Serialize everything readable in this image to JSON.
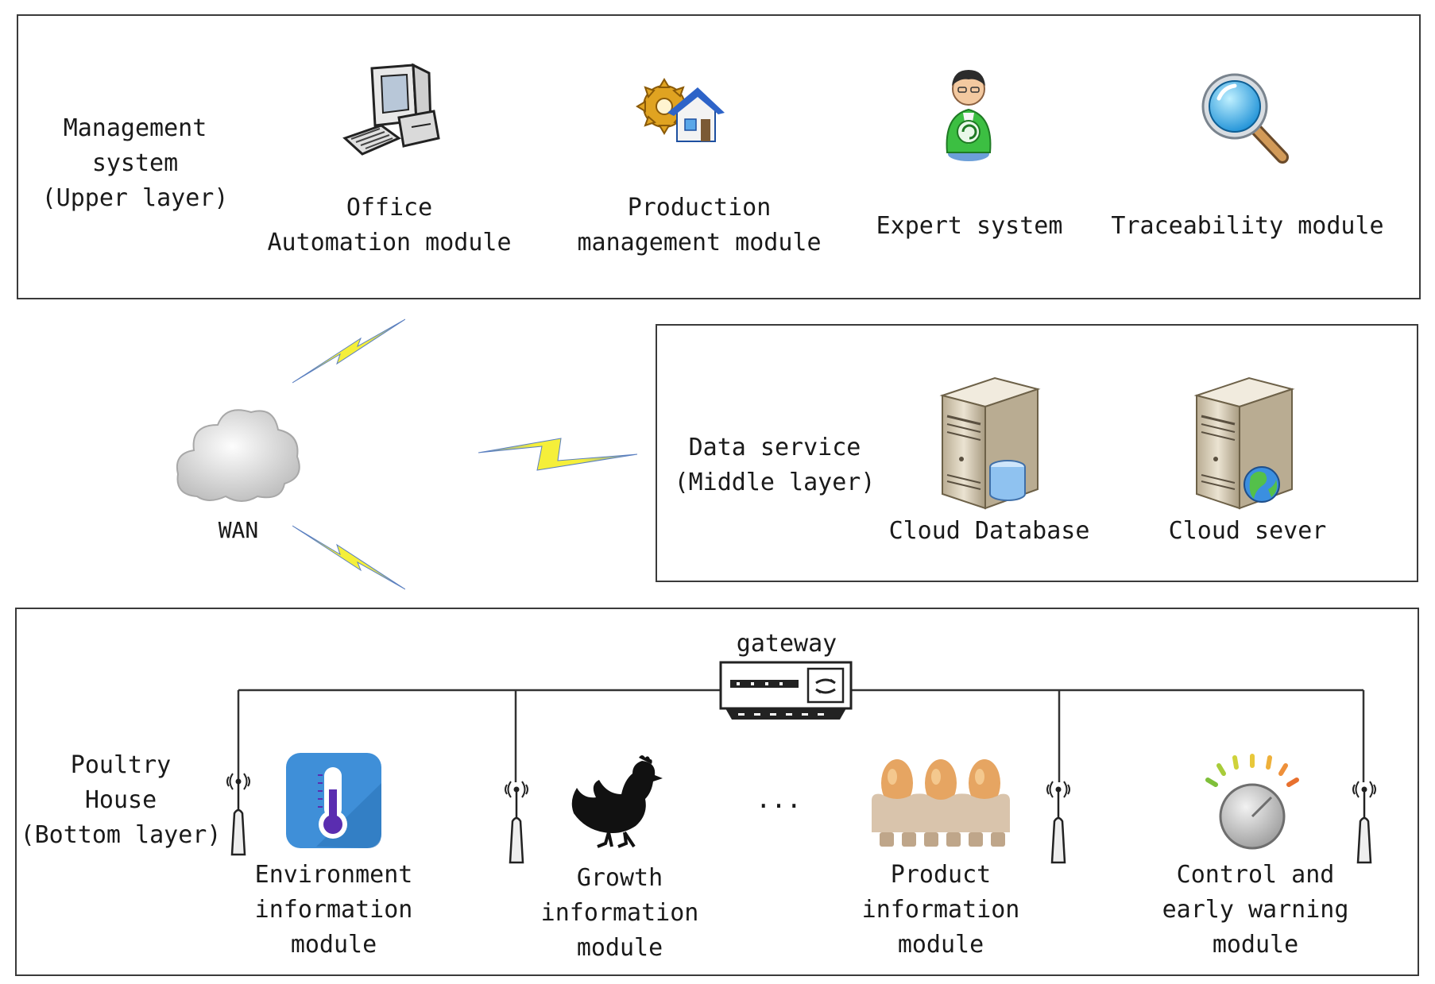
{
  "upper": {
    "layer_label": [
      "Management",
      "system",
      "(Upper layer)"
    ],
    "modules": [
      {
        "name": "office",
        "label": [
          "Office",
          "Automation module"
        ],
        "icon": "computer-icon"
      },
      {
        "name": "production",
        "label": [
          "Production",
          "management module"
        ],
        "icon": "gear-house-icon"
      },
      {
        "name": "expert",
        "label": [
          "Expert system"
        ],
        "icon": "expert-person-icon"
      },
      {
        "name": "traceability",
        "label": [
          "Traceability module"
        ],
        "icon": "magnifier-icon"
      }
    ]
  },
  "wan": {
    "label": "WAN",
    "icon": "cloud-icon"
  },
  "middle": {
    "layer_label": [
      "Data service",
      "(Middle layer)"
    ],
    "modules": [
      {
        "name": "cloud-database",
        "label": "Cloud Database",
        "icon": "database-server-icon"
      },
      {
        "name": "cloud-server",
        "label": "Cloud sever",
        "icon": "web-server-icon"
      }
    ]
  },
  "bottom": {
    "layer_label": [
      "Poultry",
      "House",
      "(Bottom layer)"
    ],
    "gateway": {
      "label": "gateway",
      "icon": "router-icon"
    },
    "ellipsis": "...",
    "modules": [
      {
        "name": "environment",
        "label": [
          "Environment",
          "information",
          "module"
        ],
        "icon": "thermometer-icon"
      },
      {
        "name": "growth",
        "label": [
          "Growth",
          "information",
          "module"
        ],
        "icon": "chicken-icon"
      },
      {
        "name": "product",
        "label": [
          "Product",
          "information",
          "module"
        ],
        "icon": "eggs-icon"
      },
      {
        "name": "control",
        "label": [
          "Control and",
          "early warning",
          "module"
        ],
        "icon": "gauge-knob-icon"
      }
    ]
  },
  "colors": {
    "border": "#3a3a3a",
    "bolt": "#f2ea2a",
    "bolt_edge": "#4a6fb0",
    "wire": "#333333"
  }
}
